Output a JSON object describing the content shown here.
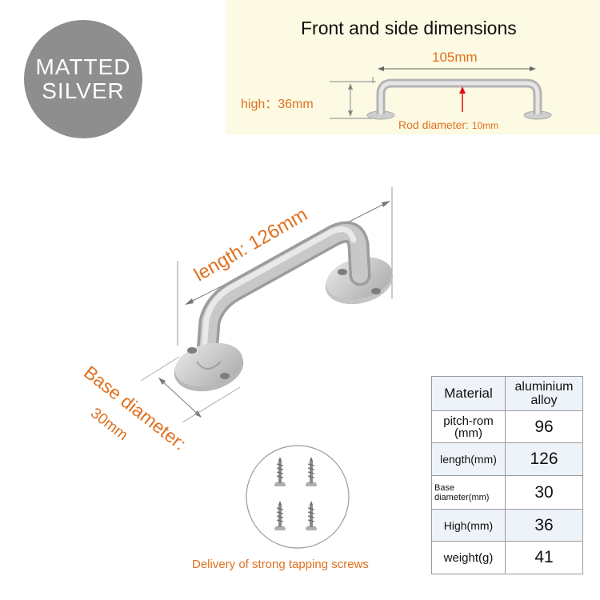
{
  "badge": {
    "line1": "MATTED",
    "line2": "SILVER",
    "color": "#8e8e8e"
  },
  "panel": {
    "title": "Front and side dimensions",
    "width_label": "105mm",
    "high_label": "high：36mm",
    "rod_label": "Rod diameter",
    "rod_value": "10mm",
    "background": "#fcfae2"
  },
  "annotations": {
    "length": "length: 126mm",
    "base_line1": "Base diameter:",
    "base_line2": "30mm",
    "screws": "Delivery of strong tapping screws",
    "accent_color": "#e07020"
  },
  "spec_table": {
    "header_key": "Material",
    "header_value": "aluminium alloy",
    "rows": [
      {
        "key": "pitch-rom (mm)",
        "value": "96"
      },
      {
        "key": "length(mm)",
        "value": "126"
      },
      {
        "key": "Base diameter(mm)",
        "value": "30"
      },
      {
        "key": "High(mm)",
        "value": "36"
      },
      {
        "key": "weight(g)",
        "value": "41"
      }
    ]
  }
}
